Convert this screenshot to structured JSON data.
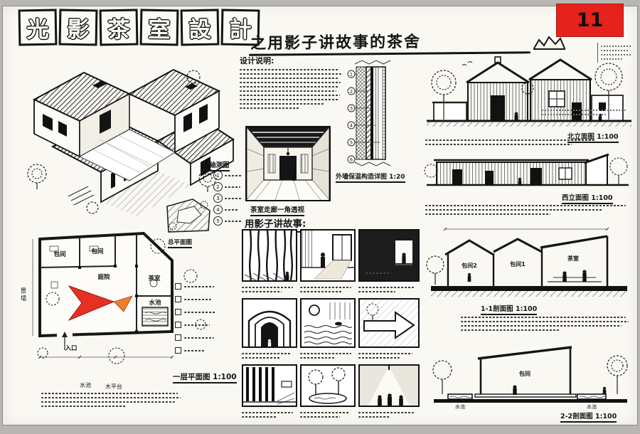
{
  "page": {
    "number": "11"
  },
  "header": {
    "title_chars": [
      "光",
      "影",
      "茶",
      "室",
      "設",
      "計"
    ],
    "subtitle": "之用影子讲故事的茶舍"
  },
  "captions": {
    "axon": "轴测图",
    "design_notes_heading": "设计说明:",
    "perspective": "茶室走廊一角透视",
    "wall_detail": "外墙保温构造详图 1:20",
    "site_plan": "总平面图",
    "shadow_heading": "用影子讲故事:",
    "floor_plan": "一层平面图 1:100",
    "north_elevation": "北立面图 1:100",
    "west_elevation": "西立面图 1:100",
    "section_11": "1-1剖面图 1:100",
    "section_22": "2-2剖面图 1:100"
  },
  "plan": {
    "labels": {
      "entry": "入口",
      "tea_room": "茶室",
      "pool": "水池",
      "courtyard": "庭院",
      "private_room": "包间",
      "screen_wall": "景墙",
      "deck": "木平台"
    }
  },
  "sections": {
    "s11": {
      "room2": "包间2",
      "room1": "包间1",
      "tea_room": "茶室"
    },
    "s22": {
      "room": "包间",
      "pool_left": "水池",
      "pool_right": "水池"
    }
  },
  "detail": {
    "numbers": [
      "1",
      "2",
      "3",
      "4",
      "5",
      "6"
    ]
  },
  "materials": {
    "numbers": [
      "1",
      "2",
      "3",
      "4",
      "5"
    ]
  }
}
